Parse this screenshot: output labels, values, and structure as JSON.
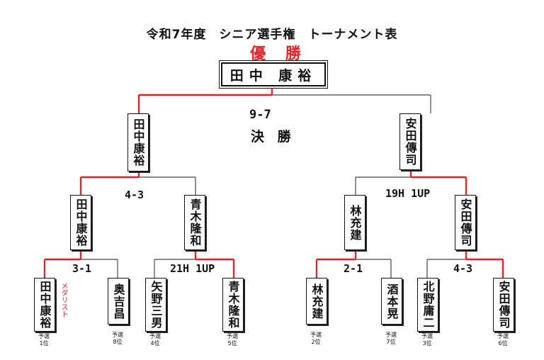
{
  "title": "令和7年度　シニア選手権　トーナメント表",
  "champion_label": "優 勝",
  "champion": "田中 康裕",
  "final": {
    "score": "9-7",
    "label": "決 勝"
  },
  "semifinalists": {
    "left": "田中康裕",
    "right": "安田傳司"
  },
  "quarterfinalists": {
    "left_a": "田中康裕",
    "left_b": "青木隆和",
    "right_a": "林充建",
    "right_b": "安田傳司"
  },
  "scores": {
    "sf_left": "4-3",
    "sf_right": "19H 1UP",
    "qf1": "3-1",
    "qf2": "21H 1UP",
    "qf3": "2-1",
    "qf4": "4-3"
  },
  "players": [
    {
      "name": "田中康裕",
      "seed_line1": "予選",
      "seed_line2": "1位"
    },
    {
      "name": "奥吉昌",
      "seed_line1": "予選",
      "seed_line2": "8位"
    },
    {
      "name": "矢野三男",
      "seed_line1": "予選",
      "seed_line2": "4位"
    },
    {
      "name": "青木隆和",
      "seed_line1": "予選",
      "seed_line2": "5位"
    },
    {
      "name": "林充建",
      "seed_line1": "予選",
      "seed_line2": "2位"
    },
    {
      "name": "酒本晃",
      "seed_line1": "予選",
      "seed_line2": "7位"
    },
    {
      "name": "北野庸二",
      "seed_line1": "予選",
      "seed_line2": "3位"
    },
    {
      "name": "安田傳司",
      "seed_line1": "予選",
      "seed_line2": "6位"
    }
  ],
  "medalist_note": "メダリスト",
  "colors": {
    "winner_line": "#e0262b",
    "loser_line": "#444444",
    "text": "#111111"
  }
}
